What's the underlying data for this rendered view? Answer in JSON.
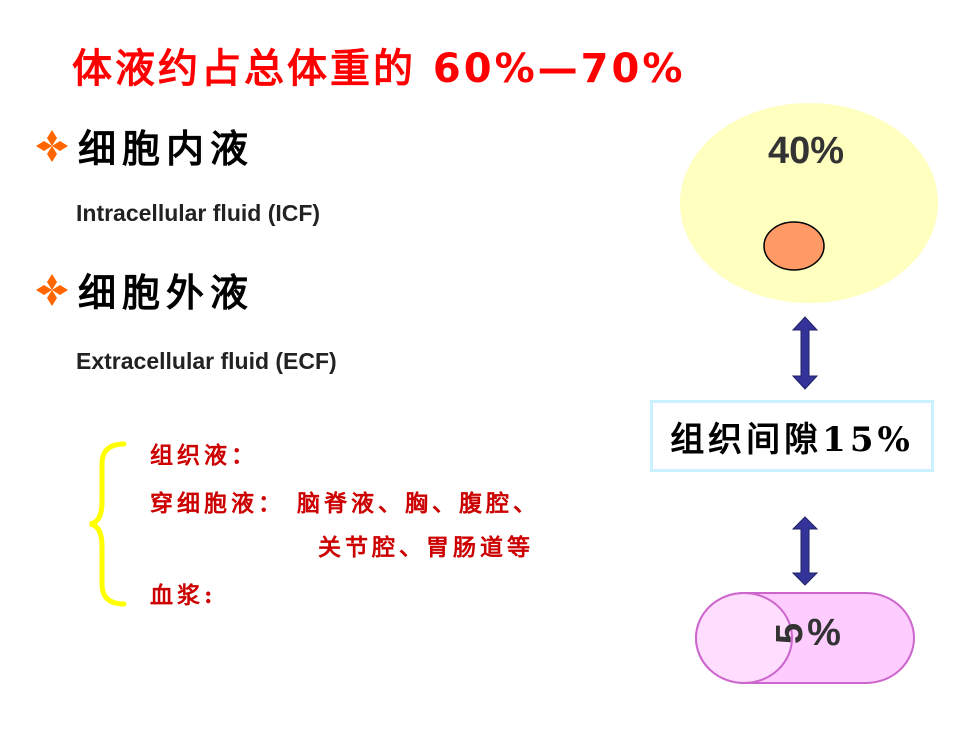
{
  "title": "体液约占总体重的 60%—70%",
  "bullets": {
    "icf": {
      "label": "细胞内液",
      "english": "Intracellular fluid (ICF)"
    },
    "ecf": {
      "label": "细胞外液",
      "english": "Extracellular fluid (ECF)"
    }
  },
  "ecf_components": {
    "tissue_fluid": "组织液：",
    "transcellular": "穿细胞液： 脑脊液、胸、腹腔、",
    "transcellular_cont": "关节腔、胃肠道等",
    "plasma": "血浆:"
  },
  "diagram": {
    "icf_percent": "40%",
    "interstitial_label": "组织间隙15%",
    "plasma_digit": "5",
    "plasma_percent_sign": "%"
  },
  "colors": {
    "title": "#ff0000",
    "subtext": "#cc0000",
    "bullet_icon": "#ff6600",
    "brace": "#ffff00",
    "cell_outer": "#ffffc0",
    "nucleus": "#ff9966",
    "arrow": "#333399",
    "box_border": "#c9f1ff",
    "cylinder": "#ffccff"
  }
}
